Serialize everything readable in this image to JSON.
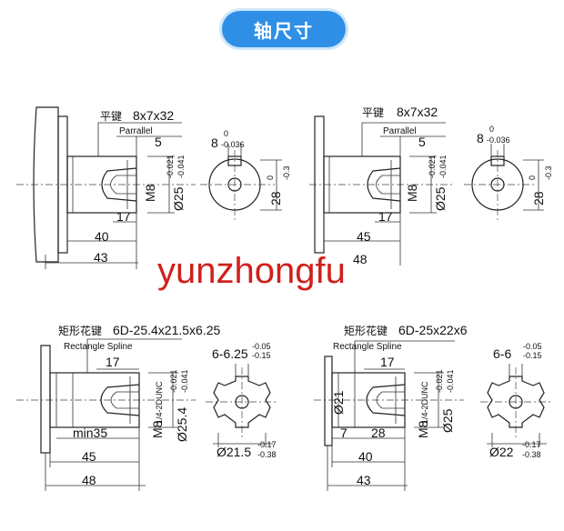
{
  "header": {
    "title": "轴尺寸"
  },
  "watermark": "yunzhongfu",
  "d1": {
    "key_cn": "平键",
    "key_spec": "8x7x32",
    "key_en": "Parrallel",
    "key_w": "5",
    "thread": "M8",
    "dia": "Ø25",
    "dia_tol_u": "-0.021",
    "dia_tol_l": "-0.041",
    "d17": "17",
    "d40": "40",
    "d43": "43",
    "kw_main": "8",
    "kw_u": "0",
    "kw_l": "-0.036",
    "h_main": "28",
    "h_u": "0",
    "h_l": "-0.3"
  },
  "d2": {
    "key_cn": "平键",
    "key_spec": "8x7x32",
    "key_en": "Parrallel",
    "key_w": "5",
    "thread": "M8",
    "dia": "Ø25",
    "dia_tol_u": "-0.021",
    "dia_tol_l": "-0.041",
    "d17": "17",
    "d45": "45",
    "d48": "48",
    "kw_main": "8",
    "kw_u": "0",
    "kw_l": "-0.036",
    "h_main": "28",
    "h_u": "0",
    "h_l": "-0.3"
  },
  "d3": {
    "spline_cn": "矩形花键",
    "spline_spec": "6D-25.4x21.5x6.25",
    "spline_en": "Rectangle Spline",
    "d17": "17",
    "thread": "M8",
    "unc": "1/4-2DUNC",
    "dia": "Ø25.4",
    "dia_tol_u": "-0.021",
    "dia_tol_l": "-0.041",
    "min35": "min35",
    "d45": "45",
    "d48": "48",
    "sp_main": "6-6.25",
    "sp_u": "-0.05",
    "sp_l": "-0.15",
    "od_main": "Ø21.5",
    "od_u": "-0.17",
    "od_l": "-0.38"
  },
  "d4": {
    "spline_cn": "矩形花键",
    "spline_spec": "6D-25x22x6",
    "spline_en": "Rectangle Spline",
    "d17": "17",
    "thread": "M8",
    "unc": "1/4-2DUNC",
    "dia": "Ø25",
    "dia_tol_u": "-0.021",
    "dia_tol_l": "-0.041",
    "d21": "Ø21",
    "d7": "7",
    "d28": "28",
    "d40": "40",
    "d43": "43",
    "sp_main": "6-6",
    "sp_u": "-0.05",
    "sp_l": "-0.15",
    "od_main": "Ø22",
    "od_u": "-0.17",
    "od_l": "-0.38"
  }
}
